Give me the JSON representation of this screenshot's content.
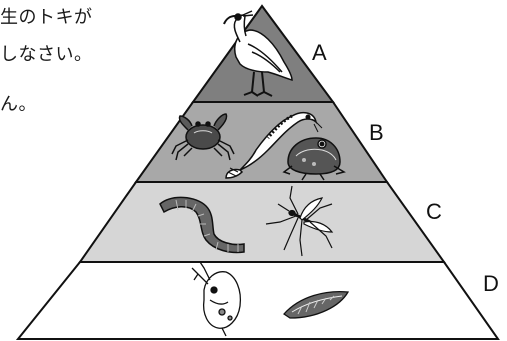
{
  "question_text": {
    "lines": [
      "生のトキが",
      "しなさい。",
      "ん。"
    ]
  },
  "pyramid": {
    "levels": [
      {
        "label": "A",
        "organisms": [
          "ibis"
        ],
        "fill": "#7f7f7f"
      },
      {
        "label": "B",
        "organisms": [
          "crab",
          "loach",
          "frog"
        ],
        "fill": "#a8a8a8"
      },
      {
        "label": "C",
        "organisms": [
          "earthworm",
          "mosquito"
        ],
        "fill": "#d6d6d6"
      },
      {
        "label": "D",
        "organisms": [
          "water-flea",
          "diatom"
        ],
        "fill": "#ffffff"
      }
    ],
    "stroke": "#111111"
  }
}
